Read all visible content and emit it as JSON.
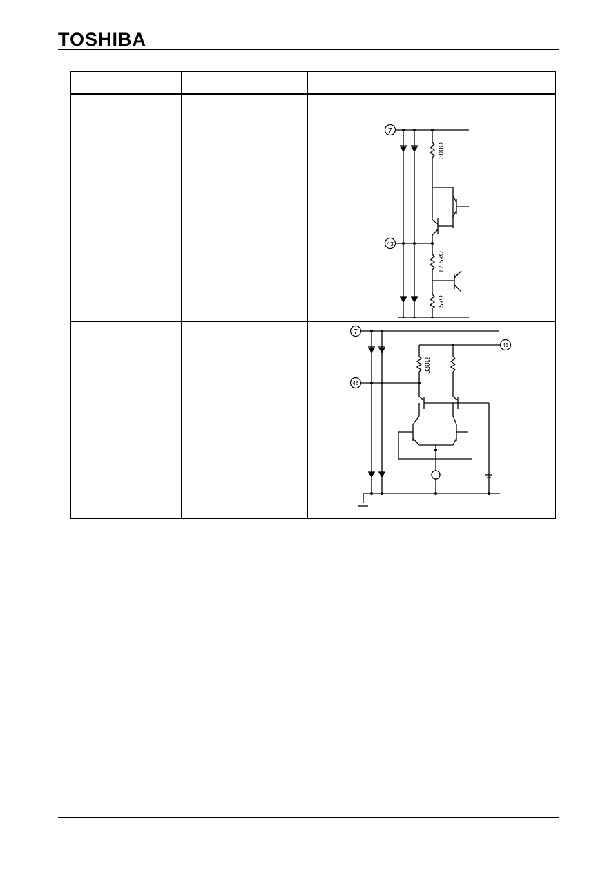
{
  "header": {
    "brand": "TOSHIBA"
  },
  "table": {
    "headers": [
      "",
      "",
      "",
      ""
    ],
    "rows": [
      {
        "cells": [
          "",
          "",
          ""
        ],
        "circuit": {
          "pins": [
            "7",
            "43"
          ],
          "resistors": [
            "300Ω",
            "17.5kΩ",
            "5kΩ"
          ]
        }
      },
      {
        "cells": [
          "",
          "",
          ""
        ],
        "circuit": {
          "pins": [
            "7",
            "46",
            "45"
          ],
          "resistors": [
            "330Ω"
          ]
        }
      }
    ]
  }
}
